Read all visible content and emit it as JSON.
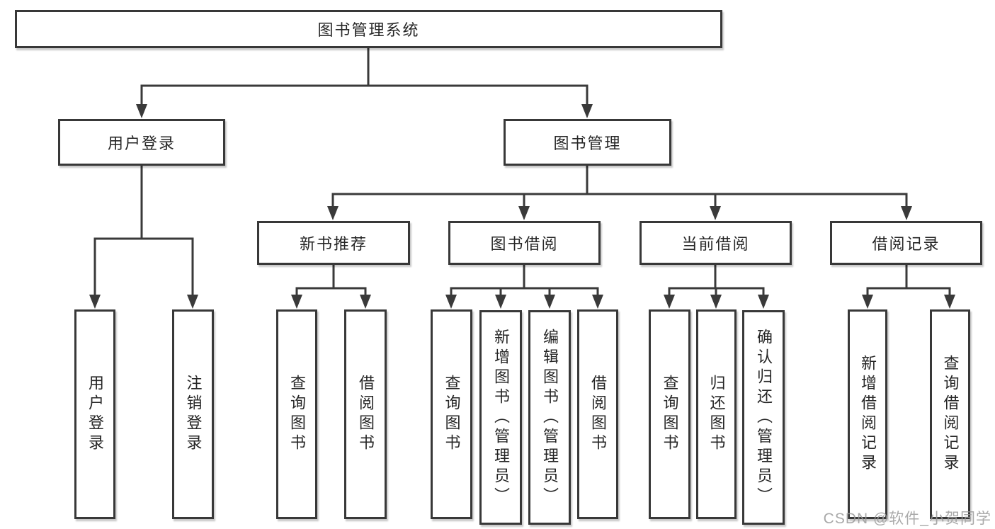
{
  "tree": {
    "root": {
      "label": "图书管理系统"
    },
    "children": [
      {
        "label": "用户登录",
        "children": [
          {
            "label": "用户登录"
          },
          {
            "label": "注销登录"
          }
        ]
      },
      {
        "label": "图书管理",
        "children": [
          {
            "label": "新书推荐",
            "children": [
              {
                "label": "查询图书"
              },
              {
                "label": "借阅图书"
              }
            ]
          },
          {
            "label": "图书借阅",
            "children": [
              {
                "label": "查询图书"
              },
              {
                "label": "新增图书（管理员）"
              },
              {
                "label": "编辑图书（管理员）"
              },
              {
                "label": "借阅图书"
              }
            ]
          },
          {
            "label": "当前借阅",
            "children": [
              {
                "label": "查询图书"
              },
              {
                "label": "归还图书"
              },
              {
                "label": "确认归还（管理员）"
              }
            ]
          },
          {
            "label": "借阅记录",
            "children": [
              {
                "label": "新增借阅记录"
              },
              {
                "label": "查询借阅记录"
              }
            ]
          }
        ]
      }
    ]
  },
  "watermark": "CSDN @软件_小贺同学",
  "colors": {
    "line": "#3a3a3a",
    "box_border": "#383838",
    "text": "#262626",
    "watermark": "#9b9b9b",
    "background": "#ffffff"
  }
}
